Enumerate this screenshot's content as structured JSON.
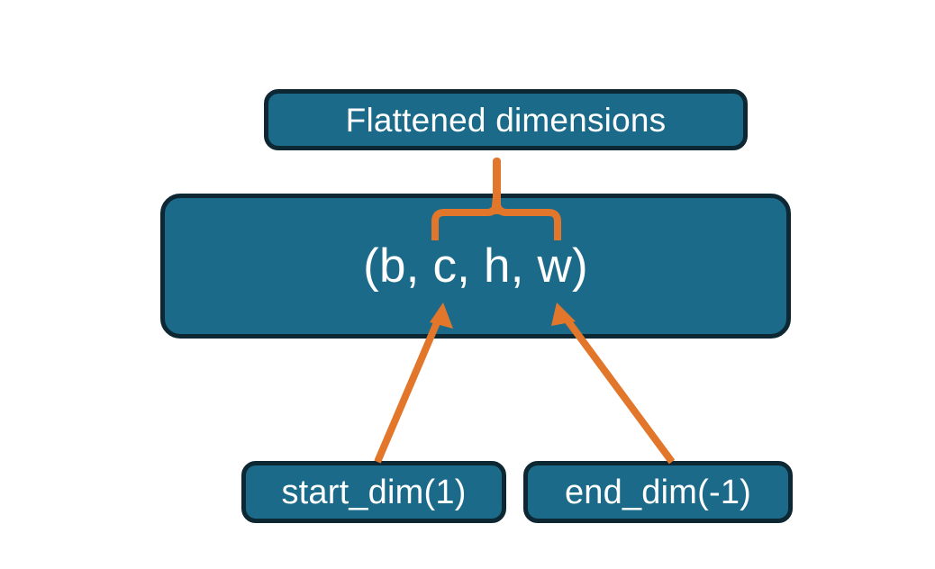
{
  "diagram": {
    "title_node": {
      "label": "Flattened dimensions"
    },
    "shape_node": {
      "label": "(b, c, h, w)"
    },
    "param_nodes": [
      {
        "label": "start_dim(1)"
      },
      {
        "label": "end_dim(-1)"
      }
    ],
    "connectors": {
      "brace": "curly-brace-pointing-up",
      "left_arrow": "arrow-start-dim-to-c",
      "right_arrow": "arrow-end-dim-to-w"
    },
    "colors": {
      "box_fill": "#1b6a8a",
      "box_border": "#0d2733",
      "text": "#ffffff",
      "accent_orange": "#e2762b",
      "background": "#ffffff"
    }
  }
}
